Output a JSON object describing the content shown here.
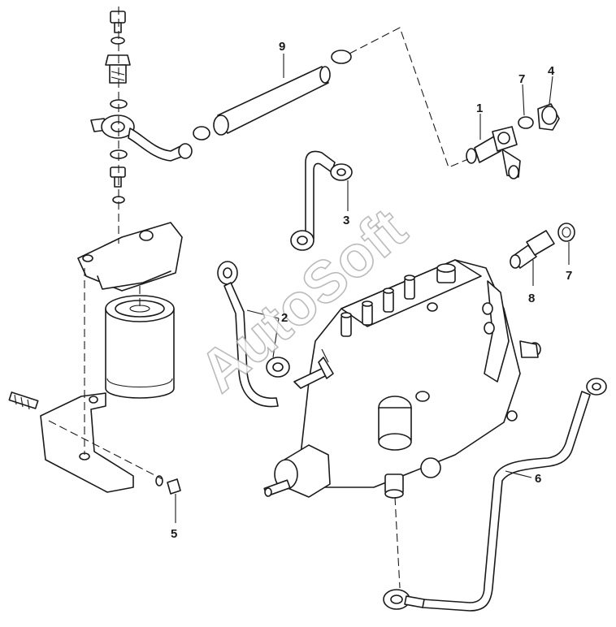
{
  "watermark": {
    "text": "AutoSoft"
  },
  "callouts": [
    {
      "id": "c1",
      "label": "1"
    },
    {
      "id": "c2",
      "label": "2"
    },
    {
      "id": "c3",
      "label": "3"
    },
    {
      "id": "c4",
      "label": "4"
    },
    {
      "id": "c5",
      "label": "5"
    },
    {
      "id": "c6",
      "label": "6"
    },
    {
      "id": "c7a",
      "label": "7"
    },
    {
      "id": "c7b",
      "label": "7"
    },
    {
      "id": "c8",
      "label": "8"
    },
    {
      "id": "c9",
      "label": "9"
    }
  ],
  "parts": [
    "banjo-bolt-stack",
    "fuel-filter-head",
    "fuel-filter-cartridge",
    "mounting-bracket",
    "fuel-hose",
    "return-pipe",
    "injection-pipe",
    "injection-pump",
    "drain-pipe",
    "union-fitting",
    "cap-nut",
    "connector-fitting"
  ]
}
